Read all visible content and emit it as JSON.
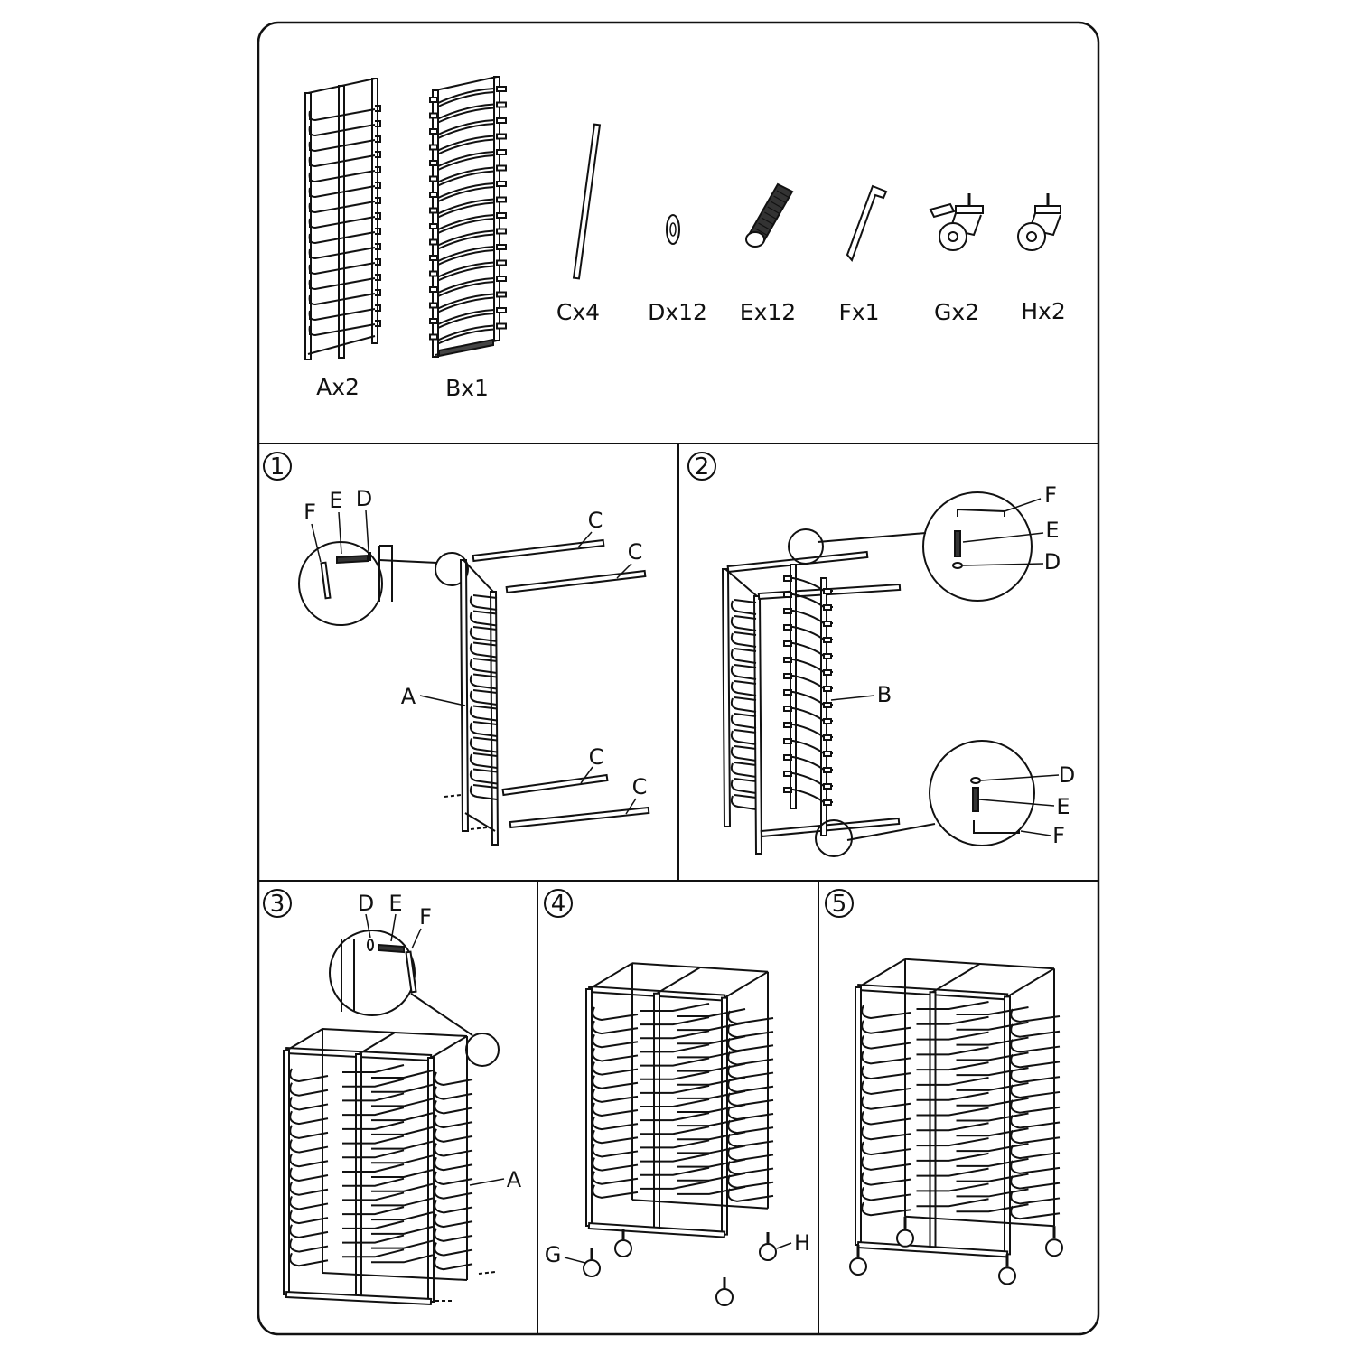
{
  "parts": [
    {
      "id": "A",
      "label": "Ax2"
    },
    {
      "id": "B",
      "label": "Bx1"
    },
    {
      "id": "C",
      "label": "Cx4"
    },
    {
      "id": "D",
      "label": "Dx12"
    },
    {
      "id": "E",
      "label": "Ex12"
    },
    {
      "id": "F",
      "label": "Fx1"
    },
    {
      "id": "G",
      "label": "Gx2"
    },
    {
      "id": "H",
      "label": "Hx2"
    }
  ],
  "steps": {
    "s1": {
      "number": "1",
      "inset": [
        "F",
        "E",
        "D"
      ],
      "callouts": {
        "a": "A",
        "c1": "C",
        "c2": "C",
        "c3": "C",
        "c4": "C"
      }
    },
    "s2": {
      "number": "2",
      "inset_top": [
        "F",
        "E",
        "D"
      ],
      "inset_bottom": [
        "D",
        "E",
        "F"
      ],
      "callouts": {
        "b": "B"
      }
    },
    "s3": {
      "number": "3",
      "inset": [
        "D",
        "E",
        "F"
      ],
      "callouts": {
        "a": "A"
      }
    },
    "s4": {
      "number": "4",
      "callouts": {
        "g": "G",
        "h": "H"
      }
    },
    "s5": {
      "number": "5"
    }
  }
}
